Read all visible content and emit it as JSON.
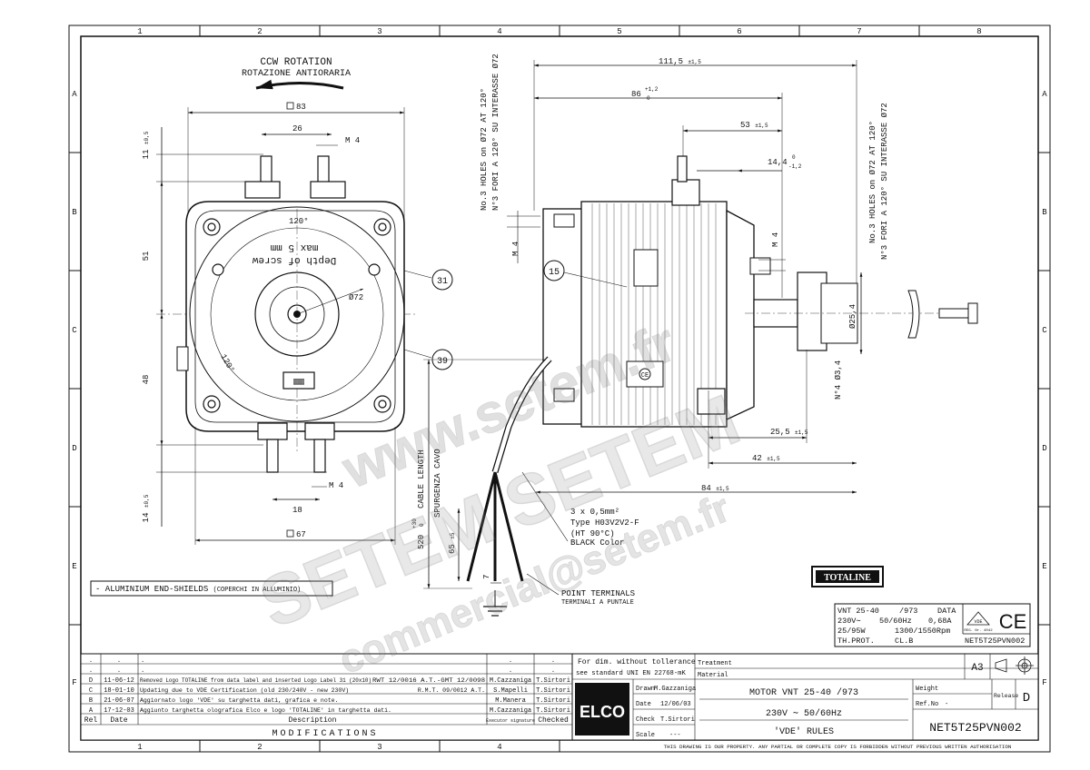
{
  "columns": [
    "1",
    "2",
    "3",
    "4",
    "5",
    "6",
    "7",
    "8"
  ],
  "rows": [
    "A",
    "B",
    "C",
    "D",
    "E",
    "F"
  ],
  "front_view": {
    "rotation_en": "CCW ROTATION",
    "rotation_it": "ROTAZIONE ANTIORARIA",
    "square_top": "83",
    "dim_26": "26",
    "m4_top": "M 4",
    "dim_11": "11",
    "tol_11": "±0,5",
    "dim_51": "51",
    "dim_48": "48",
    "dim_14": "14",
    "tol_14": "±0,5",
    "dim_18": "18",
    "m4_bottom": "M 4",
    "square_bottom": "67",
    "angle_top": "120°",
    "angle_bottom": "120°",
    "depth_text": "Depth of screw",
    "depth_max": "max 5 mm",
    "dia_72": "Ø72",
    "ref_31": "31",
    "ref_39": "39"
  },
  "side_view": {
    "dim_111": "111,5",
    "tol_111": "±1,5",
    "dim_86": "86",
    "tol_86_up": "+1,2",
    "tol_86_down": "0",
    "dim_53": "53",
    "tol_53": "±1,5",
    "dim_14_4": "14,4",
    "tol_14_4_up": "0",
    "tol_14_4_down": "-1,2",
    "holes_left_en": "No.3 HOLES on Ø72 AT 120°",
    "holes_left_it": "N°3 FORI A 120° SU INTERASSE Ø72",
    "holes_right_en": "No.3 HOLES on Ø72 AT 120°",
    "holes_right_it": "N°3 FORI A 120° SU INTERASSE Ø72",
    "m4_left": "M 4",
    "m4_right": "M 4",
    "dia_25": "Ø25,4",
    "holes_34": "N°4 Ø3,4",
    "dim_25_5": "25,5",
    "tol_25_5": "±1,5",
    "dim_42": "42",
    "tol_42": "±1,5",
    "dim_84": "84",
    "tol_84": "±1,5",
    "ref_15": "15",
    "cable_length_en": "CABLE LENGTH",
    "cable_length_it": "SPURGENZA CAVO",
    "dim_520": "520",
    "tol_520_up": "+30",
    "tol_520_down": "0",
    "dim_65": "65",
    "tol_65": "±5",
    "dim_7": "7",
    "cable_spec": [
      "3 x 0,5mm²",
      "Type H03V2V2-F",
      "(HT 90°C)",
      "BLACK Color"
    ],
    "point_terminals_en": "POINT TERMINALS",
    "point_terminals_it": "TERMINALI A PUNTALE"
  },
  "note_box": "- ALUMINIUM END-SHIELDS",
  "note_box_it": "(COPERCHI IN ALLUMINIO)",
  "totaline_logo": "TOTALINE",
  "data_label": {
    "lines": [
      [
        "VNT 25-40",
        "/973",
        "DATA"
      ],
      [
        "230V∼",
        "50/60Hz",
        "0,68A"
      ],
      [
        "25/95W",
        "1300/1550Rpm",
        ""
      ],
      [
        "TH.PROT.",
        "CL.B",
        ""
      ]
    ],
    "vde": "VDE",
    "vde_reg": "REG. Nr. 4042",
    "ce": "CE",
    "code": "NET5T25PVN002"
  },
  "modifications": {
    "rows": [
      {
        "rel": ".",
        "date": ".",
        "desc": ".",
        "right": "",
        "executor": ".",
        "checked": "."
      },
      {
        "rel": ".",
        "date": ".",
        "desc": ".",
        "right": "",
        "executor": ".",
        "checked": "."
      },
      {
        "rel": "D",
        "date": "11-06-12",
        "desc": "Removed Logo TOTALINE from data label and inserted Logo Label 31 (20x10)",
        "right": "RWT 12/0016 A.T.-GMT 12/0098",
        "executor": "M.Cazzaniga",
        "checked": "T.Sirtori"
      },
      {
        "rel": "C",
        "date": "18-01-10",
        "desc": "Updating due to VDE Certification (old 230/240V - new 230V)",
        "right": "R.M.T. 09/0012 A.T.",
        "executor": "S.Mapelli",
        "checked": "T.Sirtori"
      },
      {
        "rel": "B",
        "date": "21-06-07",
        "desc": "Aggiornato logo 'VDE' su targhetta dati, grafica e note.",
        "right": "",
        "executor": "M.Manera",
        "checked": "T.Sirtori"
      },
      {
        "rel": "A",
        "date": "17-12-03",
        "desc": "Aggiunto targhetta olografica Elco e logo 'TOTALINE' in targhetta dati.",
        "right": "",
        "executor": "M.Cazzaniga",
        "checked": "T.Sirtori"
      }
    ],
    "head_rel": "Rel",
    "head_date": "Date",
    "head_desc": "Description",
    "head_exec": "Executor signature",
    "head_checked": "Checked",
    "footer": "MODIFICATIONS"
  },
  "title_block": {
    "tolerance_1": "For dim. without tollerance",
    "tolerance_2": "see standard UNI EN 22768-mK",
    "logo": "ELCO",
    "drawn_label": "Drawn",
    "drawn_value": "M.Gazzaniga",
    "date_label": "Date",
    "date_value": "12/06/03",
    "check_label": "Check",
    "check_value": "T.Sirtori",
    "scale_label": "Scale",
    "scale_value": "---",
    "treatment_label": "Treatment",
    "material_label": "Material",
    "format": "A3",
    "title_1": "MOTOR VNT 25-40 /973",
    "title_2": "230V ∼ 50/60Hz",
    "title_3": "'VDE' RULES",
    "weight_label": "Weight",
    "refno_label": "Ref.No",
    "refno_value": "-",
    "release_label": "Release",
    "release_value": "D",
    "drawing_no": "NET5T25PVN002"
  },
  "property_notice": "THIS DRAWING IS OUR PROPERTY. ANY PARTIAL OR COMPLETE COPY IS FORBIDDEN WITHOUT PREVIOUS WRITTEN AUTHORISATION",
  "watermarks": [
    "www.setem.fr",
    "SETEM SETEM",
    "commercial@setem.fr"
  ]
}
